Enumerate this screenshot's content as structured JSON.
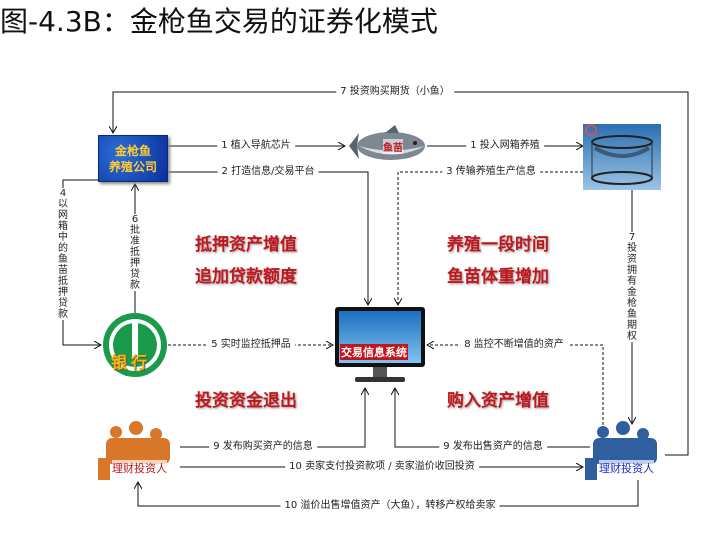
{
  "title": "图-4.3B：金枪鱼交易的证券化模式",
  "nodes": {
    "company": [
      "金枪鱼",
      "养殖公司"
    ],
    "fish": "鱼苗",
    "bank": "银行",
    "system": "交易信息系统",
    "investor_left": "理财投资人",
    "investor_right": "理财投资人"
  },
  "edges": {
    "e7top": "7 投资购买期货（小鱼）",
    "e1a": "1 植入导航芯片",
    "e1b": "1 投入网箱养殖",
    "e2": "2 打造信息/交易平台",
    "e3": "3 传输养殖生产信息",
    "e4": "4 以网箱中的鱼苗抵押贷款",
    "e6": "6 批准抵押贷款",
    "e5": "5 实时监控抵押品",
    "e8": "8 监控不断增值的资产",
    "e7right": "7 投资拥有金枪鱼期权",
    "e9a": "9 发布购买资产的信息",
    "e9b": "9 发布出售资产的信息",
    "e10a": "10 卖家支付投资款项 / 卖家溢价收回投资",
    "e10b": "10 溢价出售增值资产（大鱼），转移产权给卖家"
  },
  "notes": [
    "抵押资产增值",
    "追加贷款额度",
    "养殖一段时间",
    "鱼苗体重增加",
    "投资资金退出",
    "购入资产增值"
  ],
  "colors": {
    "note": "#c0161c",
    "left_investor": "#d9782a",
    "right_investor": "#2f5f9e",
    "bank": "#1a9a4a"
  }
}
